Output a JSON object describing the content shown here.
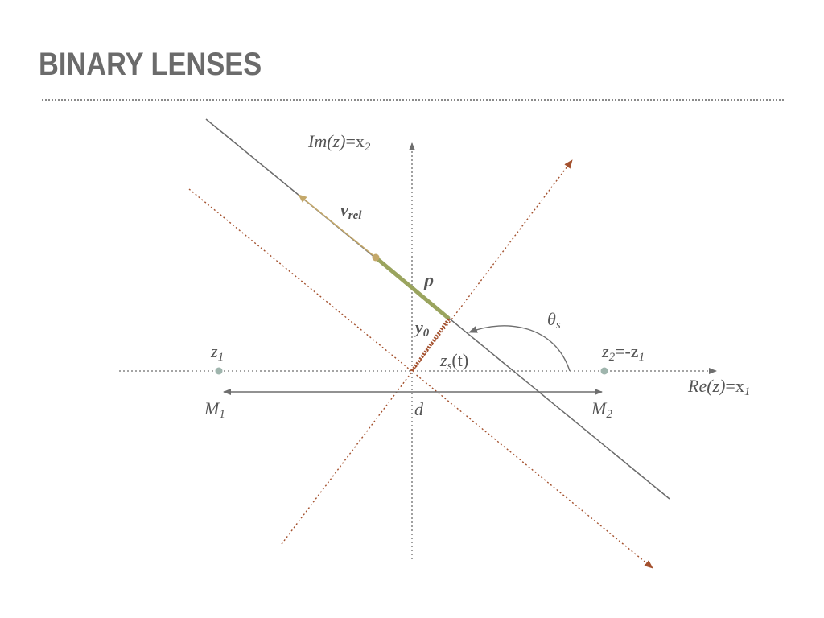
{
  "slide": {
    "title": "BINARY LENSES"
  },
  "diagram": {
    "axes": {
      "imag": {
        "main": "Im(z)",
        "eq": "=x",
        "sub": "2"
      },
      "real": {
        "main": "Re(z)",
        "eq": "=x",
        "sub": "1"
      }
    },
    "lenses": {
      "z1": {
        "main": "z",
        "sub": "1"
      },
      "z2": {
        "main": "z",
        "sub": "2",
        "eq": "=-z",
        "sub2": "1"
      },
      "m1": {
        "main": "M",
        "sub": "1"
      },
      "m2": {
        "main": "M",
        "sub": "2"
      },
      "separation": "d"
    },
    "source": {
      "v": "v",
      "v_sub": "rel",
      "p": "p",
      "y": "y",
      "y_sub": "0",
      "zs": "z",
      "zs_sub": "s",
      "zs_arg": "(t)",
      "theta": "θ",
      "theta_sub": "s"
    },
    "colors": {
      "axis": "#6e6e6e",
      "trajectory": "#6b6b6b",
      "brown": "#a4512e",
      "green": "#9aa45e",
      "tan": "#c4a86a",
      "lens_point": "#9fb5ad"
    }
  }
}
